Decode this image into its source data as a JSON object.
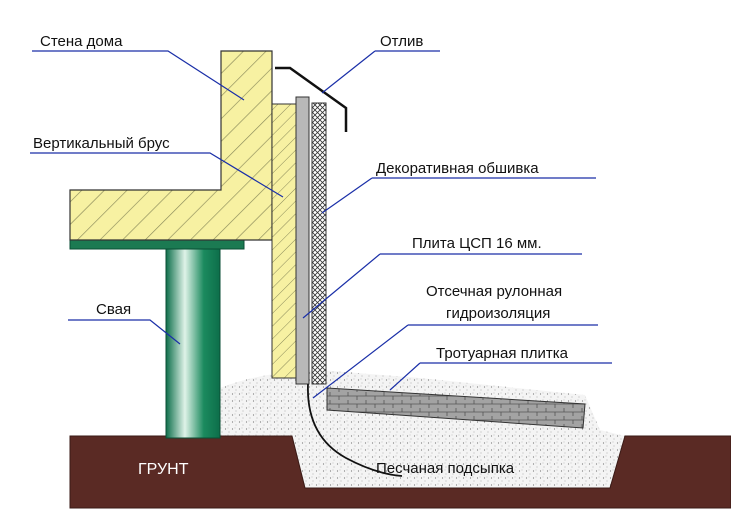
{
  "labels": {
    "house_wall": "Стена дома",
    "drip_edge": "Отлив",
    "vertical_beam": "Вертикальный брус",
    "decorative_cladding": "Декоративная обшивка",
    "csp_board": "Плита ЦСП 16 мм.",
    "waterproofing_line1": "Отсечная рулонная",
    "waterproofing_line2": "гидроизоляция",
    "pile": "Свая",
    "paving_tile": "Тротуарная плитка",
    "ground": "ГРУНТ",
    "sand_bed": "Песчаная подсыпка"
  },
  "colors": {
    "wood": "#f7f1a2",
    "wood_hatch": "#8a8a5a",
    "pile_green": "#0d6e4a",
    "pile_highlight": "#dff3e8",
    "ground": "#5a2a24",
    "sand": "#f4f4f4",
    "csp_board": "#b8b8b8",
    "tile": "#9a9a9a",
    "leader": "#1a2fa8"
  }
}
